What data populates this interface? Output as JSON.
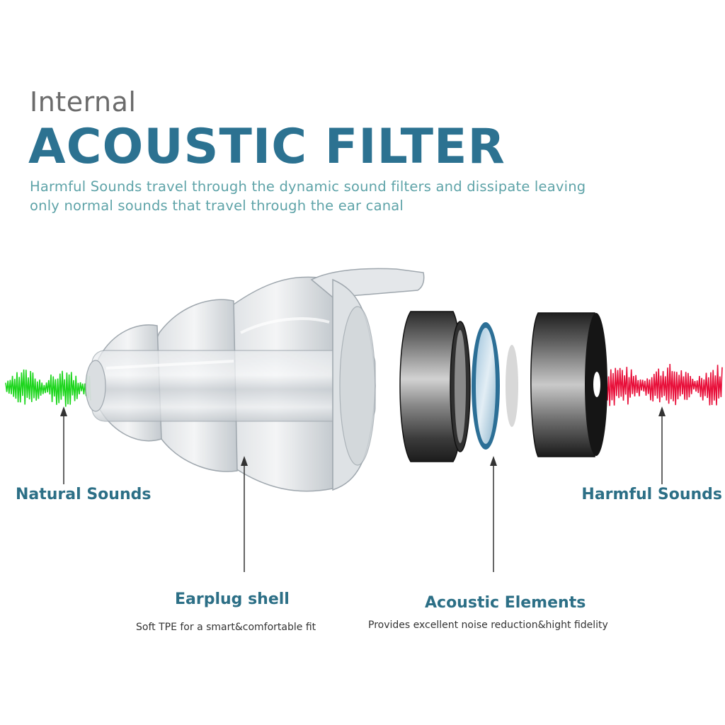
{
  "header": {
    "kicker": "Internal",
    "title": "ACOUSTIC FILTER",
    "subtitle_line1": "Harmful Sounds travel through the dynamic sound filters and dissipate leaving",
    "subtitle_line2": "only normal sounds that travel through the ear canal"
  },
  "labels": {
    "natural": "Natural Sounds",
    "harmful": "Harmful Sounds",
    "shell_title": "Earplug shell",
    "shell_caption": "Soft TPE for a smart&comfortable fit",
    "elements_title": "Acoustic Elements",
    "elements_caption": "Provides excellent noise reduction&hight fidelity"
  },
  "colors": {
    "title": "#2c7291",
    "subtitle": "#5ea3a8",
    "label": "#2c6f86",
    "natural_wave": "#1ed61e",
    "harmful_wave": "#e8103a"
  }
}
